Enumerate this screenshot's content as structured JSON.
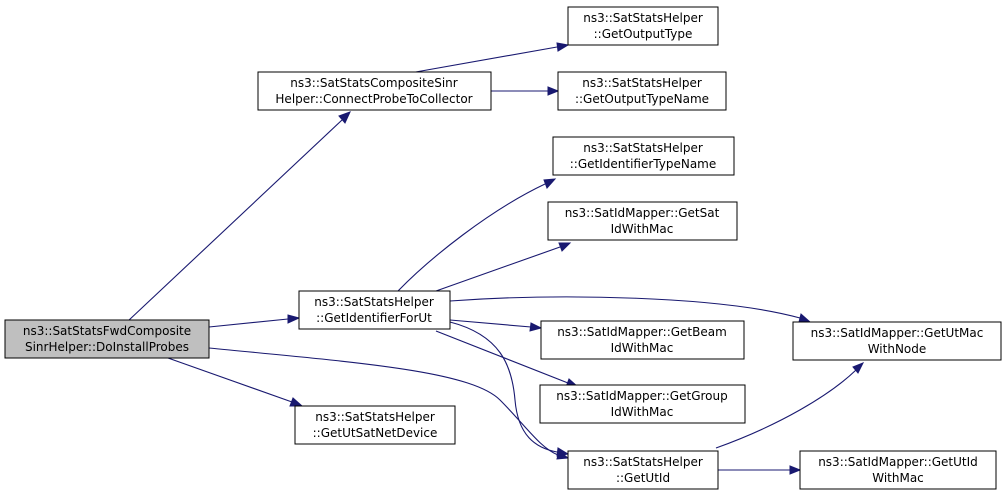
{
  "colors": {
    "edge": "#191970",
    "root_fill": "#bfbfbf",
    "node_fill": "#ffffff",
    "node_border": "#000000"
  },
  "nodes": {
    "do_install_probes": {
      "line1": "ns3::SatStatsFwdComposite",
      "line2": "SinrHelper::DoInstallProbes"
    },
    "connect_probe_to_collector": {
      "line1": "ns3::SatStatsCompositeSinr",
      "line2": "Helper::ConnectProbeToCollector"
    },
    "get_output_type": {
      "line1": "ns3::SatStatsHelper",
      "line2": "::GetOutputType"
    },
    "get_output_type_name": {
      "line1": "ns3::SatStatsHelper",
      "line2": "::GetOutputTypeName"
    },
    "get_identifier_type_name": {
      "line1": "ns3::SatStatsHelper",
      "line2": "::GetIdentifierTypeName"
    },
    "get_sat_id_with_mac": {
      "line1": "ns3::SatIdMapper::GetSat",
      "line2": "IdWithMac"
    },
    "get_identifier_for_ut": {
      "line1": "ns3::SatStatsHelper",
      "line2": "::GetIdentifierForUt"
    },
    "get_beam_id_with_mac": {
      "line1": "ns3::SatIdMapper::GetBeam",
      "line2": "IdWithMac"
    },
    "get_ut_mac_with_node": {
      "line1": "ns3::SatIdMapper::GetUtMac",
      "line2": "WithNode"
    },
    "get_group_id_with_mac": {
      "line1": "ns3::SatIdMapper::GetGroup",
      "line2": "IdWithMac"
    },
    "get_ut_sat_net_device": {
      "line1": "ns3::SatStatsHelper",
      "line2": "::GetUtSatNetDevice"
    },
    "get_ut_id": {
      "line1": "ns3::SatStatsHelper",
      "line2": "::GetUtId"
    },
    "get_ut_id_with_mac": {
      "line1": "ns3::SatIdMapper::GetUtId",
      "line2": "WithMac"
    }
  }
}
